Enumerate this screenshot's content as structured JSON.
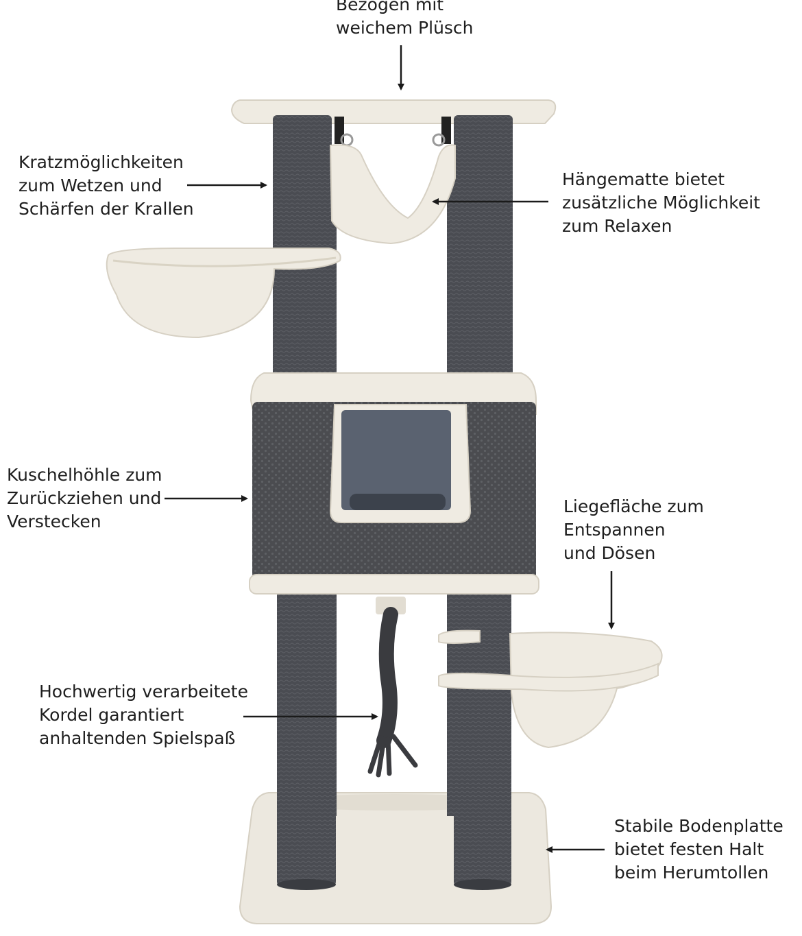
{
  "callouts": {
    "top": [
      "Bezogen mit",
      "weichem Plüsch"
    ],
    "scratch": [
      "Kratzmöglichkeiten",
      "zum Wetzen und",
      "Schärfen der Krallen"
    ],
    "hammock": [
      "Hängematte bietet",
      "zusätzliche Möglichkeit",
      "zum Relaxen"
    ],
    "cave": [
      "Kuschelhöhle zum",
      "Zurückziehen und",
      "Verstecken"
    ],
    "lounge": [
      "Liegefläche zum",
      "Entspannen",
      "und Dösen"
    ],
    "rope": [
      "Hochwertig verarbeitete",
      "Kordel garantiert",
      "anhaltenden Spielspaß"
    ],
    "base": [
      "Stabile Bodenplatte",
      "bietet festen Halt",
      "beim Herumtollen"
    ]
  },
  "colors": {
    "plush": "#efebe2",
    "plush_shadow": "#d9d3c4",
    "sisal": "#4a4c52",
    "sisal_dark": "#34363b",
    "arrow": "#1a1a1a"
  }
}
